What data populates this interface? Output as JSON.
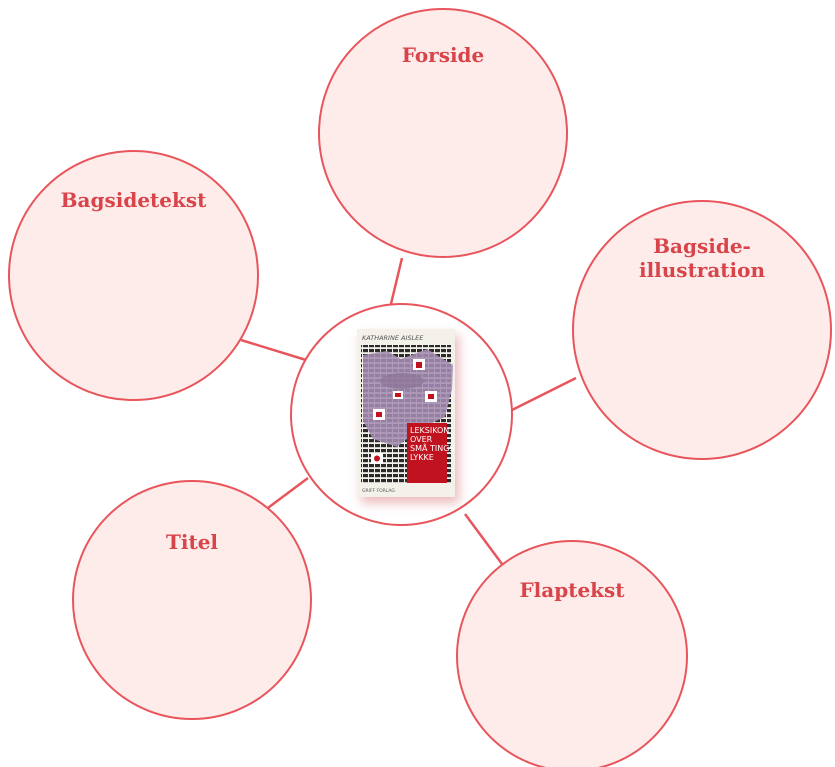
{
  "diagram": {
    "nodes": {
      "forside": "Forside",
      "bagsidetekst": "Bagsidetekst",
      "bagsideillustration": "Bagside-\nillustration",
      "titel": "Titel",
      "flaptekst": "Flaptekst"
    },
    "center": {
      "book": {
        "author": "KATHARINE AISLEE",
        "title": "LEKSIKON\nOVER\nSMÅ TINGS\nLYKKE",
        "publisher": "GRIFF FORLAG"
      }
    }
  },
  "colors": {
    "stroke": "#e8555c",
    "fill": "#fdecea",
    "label": "#d9434a",
    "book_red": "#c1121f",
    "blob": "#a58cb2"
  }
}
